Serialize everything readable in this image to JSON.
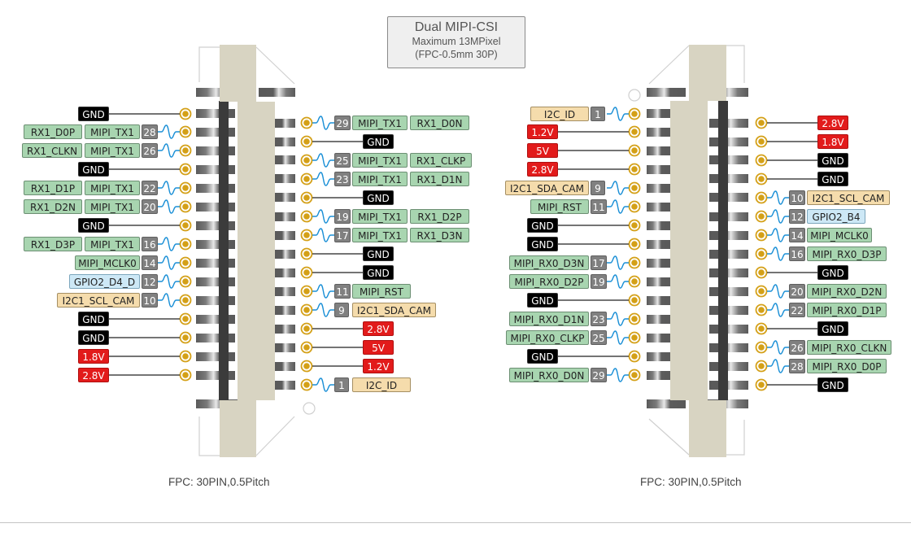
{
  "title": {
    "line1": "Dual MIPI-CSI",
    "line2": "Maximum 13MPixel",
    "line3": "(FPC-0.5mm 30P)"
  },
  "captions": {
    "left": "FPC: 30PIN,0.5Pitch",
    "right": "FPC: 30PIN,0.5Pitch"
  },
  "colors": {
    "gnd": "#000000",
    "power": "#e21b1b",
    "mipi": "#a8d5b0",
    "i2c": "#f5dcac",
    "gpio": "#cde8f6",
    "pin_number": "#808080",
    "pad": "#d4a017",
    "signal_wire": "#1a8fd6",
    "connector_body": "#d8d4c2"
  },
  "connectors": [
    {
      "name": "left-connector",
      "left_side": [
        {
          "pin": "",
          "labels": [
            "GND"
          ],
          "types": [
            "gnd"
          ],
          "signal": false
        },
        {
          "pin": "28",
          "labels": [
            "RX1_D0P",
            "MIPI_TX1"
          ],
          "types": [
            "mipi",
            "mipi"
          ],
          "signal": true
        },
        {
          "pin": "26",
          "labels": [
            "RX1_CLKN",
            "MIPI_TX1"
          ],
          "types": [
            "mipi",
            "mipi"
          ],
          "signal": true
        },
        {
          "pin": "",
          "labels": [
            "GND"
          ],
          "types": [
            "gnd"
          ],
          "signal": false
        },
        {
          "pin": "22",
          "labels": [
            "RX1_D1P",
            "MIPI_TX1"
          ],
          "types": [
            "mipi",
            "mipi"
          ],
          "signal": true
        },
        {
          "pin": "20",
          "labels": [
            "RX1_D2N",
            "MIPI_TX1"
          ],
          "types": [
            "mipi",
            "mipi"
          ],
          "signal": true
        },
        {
          "pin": "",
          "labels": [
            "GND"
          ],
          "types": [
            "gnd"
          ],
          "signal": false
        },
        {
          "pin": "16",
          "labels": [
            "RX1_D3P",
            "MIPI_TX1"
          ],
          "types": [
            "mipi",
            "mipi"
          ],
          "signal": true
        },
        {
          "pin": "14",
          "labels": [
            "MIPI_MCLK0"
          ],
          "types": [
            "mipi"
          ],
          "signal": true
        },
        {
          "pin": "12",
          "labels": [
            "GPIO2_D4_D"
          ],
          "types": [
            "gpio"
          ],
          "signal": true
        },
        {
          "pin": "10",
          "labels": [
            "I2C1_SCL_CAM"
          ],
          "types": [
            "i2c"
          ],
          "signal": true
        },
        {
          "pin": "",
          "labels": [
            "GND"
          ],
          "types": [
            "gnd"
          ],
          "signal": false
        },
        {
          "pin": "",
          "labels": [
            "GND"
          ],
          "types": [
            "gnd"
          ],
          "signal": false
        },
        {
          "pin": "",
          "labels": [
            "1.8V"
          ],
          "types": [
            "pwr"
          ],
          "signal": false
        },
        {
          "pin": "",
          "labels": [
            "2.8V"
          ],
          "types": [
            "pwr"
          ],
          "signal": false
        }
      ],
      "right_side": [
        {
          "pin": "29",
          "labels": [
            "MIPI_TX1",
            "RX1_D0N"
          ],
          "types": [
            "mipi",
            "mipi"
          ],
          "signal": true
        },
        {
          "pin": "",
          "labels": [
            "GND"
          ],
          "types": [
            "gnd"
          ],
          "signal": false
        },
        {
          "pin": "25",
          "labels": [
            "MIPI_TX1",
            "RX1_CLKP"
          ],
          "types": [
            "mipi",
            "mipi"
          ],
          "signal": true
        },
        {
          "pin": "23",
          "labels": [
            "MIPI_TX1",
            "RX1_D1N"
          ],
          "types": [
            "mipi",
            "mipi"
          ],
          "signal": true
        },
        {
          "pin": "",
          "labels": [
            "GND"
          ],
          "types": [
            "gnd"
          ],
          "signal": false
        },
        {
          "pin": "19",
          "labels": [
            "MIPI_TX1",
            "RX1_D2P"
          ],
          "types": [
            "mipi",
            "mipi"
          ],
          "signal": true
        },
        {
          "pin": "17",
          "labels": [
            "MIPI_TX1",
            "RX1_D3N"
          ],
          "types": [
            "mipi",
            "mipi"
          ],
          "signal": true
        },
        {
          "pin": "",
          "labels": [
            "GND"
          ],
          "types": [
            "gnd"
          ],
          "signal": false
        },
        {
          "pin": "",
          "labels": [
            "GND"
          ],
          "types": [
            "gnd"
          ],
          "signal": false
        },
        {
          "pin": "11",
          "labels": [
            "MIPI_RST"
          ],
          "types": [
            "mipi"
          ],
          "signal": true
        },
        {
          "pin": "9",
          "labels": [
            "I2C1_SDA_CAM"
          ],
          "types": [
            "i2c"
          ],
          "signal": true
        },
        {
          "pin": "",
          "labels": [
            "2.8V"
          ],
          "types": [
            "pwr"
          ],
          "signal": false
        },
        {
          "pin": "",
          "labels": [
            "5V"
          ],
          "types": [
            "pwr"
          ],
          "signal": false
        },
        {
          "pin": "",
          "labels": [
            "1.2V"
          ],
          "types": [
            "pwr"
          ],
          "signal": false
        },
        {
          "pin": "1",
          "labels": [
            "I2C_ID"
          ],
          "types": [
            "i2c"
          ],
          "signal": true
        }
      ]
    },
    {
      "name": "right-connector",
      "left_side": [
        {
          "pin": "1",
          "labels": [
            "I2C_ID"
          ],
          "types": [
            "i2c"
          ],
          "signal": true
        },
        {
          "pin": "",
          "labels": [
            "1.2V"
          ],
          "types": [
            "pwr"
          ],
          "signal": false
        },
        {
          "pin": "",
          "labels": [
            "5V"
          ],
          "types": [
            "pwr"
          ],
          "signal": false
        },
        {
          "pin": "",
          "labels": [
            "2.8V"
          ],
          "types": [
            "pwr"
          ],
          "signal": false
        },
        {
          "pin": "9",
          "labels": [
            "I2C1_SDA_CAM"
          ],
          "types": [
            "i2c"
          ],
          "signal": true
        },
        {
          "pin": "11",
          "labels": [
            "MIPI_RST"
          ],
          "types": [
            "mipi"
          ],
          "signal": true
        },
        {
          "pin": "",
          "labels": [
            "GND"
          ],
          "types": [
            "gnd"
          ],
          "signal": false
        },
        {
          "pin": "",
          "labels": [
            "GND"
          ],
          "types": [
            "gnd"
          ],
          "signal": false
        },
        {
          "pin": "17",
          "labels": [
            "MIPI_RX0_D3N"
          ],
          "types": [
            "mipi"
          ],
          "signal": true
        },
        {
          "pin": "19",
          "labels": [
            "MIPI_RX0_D2P"
          ],
          "types": [
            "mipi"
          ],
          "signal": true
        },
        {
          "pin": "",
          "labels": [
            "GND"
          ],
          "types": [
            "gnd"
          ],
          "signal": false
        },
        {
          "pin": "23",
          "labels": [
            "MIPI_RX0_D1N"
          ],
          "types": [
            "mipi"
          ],
          "signal": true
        },
        {
          "pin": "25",
          "labels": [
            "MIPI_RX0_CLKP"
          ],
          "types": [
            "mipi"
          ],
          "signal": true
        },
        {
          "pin": "",
          "labels": [
            "GND"
          ],
          "types": [
            "gnd"
          ],
          "signal": false
        },
        {
          "pin": "29",
          "labels": [
            "MIPI_RX0_D0N"
          ],
          "types": [
            "mipi"
          ],
          "signal": true
        }
      ],
      "right_side": [
        {
          "pin": "",
          "labels": [
            "2.8V"
          ],
          "types": [
            "pwr"
          ],
          "signal": false
        },
        {
          "pin": "",
          "labels": [
            "1.8V"
          ],
          "types": [
            "pwr"
          ],
          "signal": false
        },
        {
          "pin": "",
          "labels": [
            "GND"
          ],
          "types": [
            "gnd"
          ],
          "signal": false
        },
        {
          "pin": "",
          "labels": [
            "GND"
          ],
          "types": [
            "gnd"
          ],
          "signal": false
        },
        {
          "pin": "10",
          "labels": [
            "I2C1_SCL_CAM"
          ],
          "types": [
            "i2c"
          ],
          "signal": true
        },
        {
          "pin": "12",
          "labels": [
            "GPIO2_B4"
          ],
          "types": [
            "gpio"
          ],
          "signal": true
        },
        {
          "pin": "14",
          "labels": [
            "MIPI_MCLK0"
          ],
          "types": [
            "mipi"
          ],
          "signal": true
        },
        {
          "pin": "16",
          "labels": [
            "MIPI_RX0_D3P"
          ],
          "types": [
            "mipi"
          ],
          "signal": true
        },
        {
          "pin": "",
          "labels": [
            "GND"
          ],
          "types": [
            "gnd"
          ],
          "signal": false
        },
        {
          "pin": "20",
          "labels": [
            "MIPI_RX0_D2N"
          ],
          "types": [
            "mipi"
          ],
          "signal": true
        },
        {
          "pin": "22",
          "labels": [
            "MIPI_RX0_D1P"
          ],
          "types": [
            "mipi"
          ],
          "signal": true
        },
        {
          "pin": "",
          "labels": [
            "GND"
          ],
          "types": [
            "gnd"
          ],
          "signal": false
        },
        {
          "pin": "26",
          "labels": [
            "MIPI_RX0_CLKN"
          ],
          "types": [
            "mipi"
          ],
          "signal": true
        },
        {
          "pin": "28",
          "labels": [
            "MIPI_RX0_D0P"
          ],
          "types": [
            "mipi"
          ],
          "signal": true
        },
        {
          "pin": "",
          "labels": [
            "GND"
          ],
          "types": [
            "gnd"
          ],
          "signal": false
        }
      ]
    }
  ]
}
